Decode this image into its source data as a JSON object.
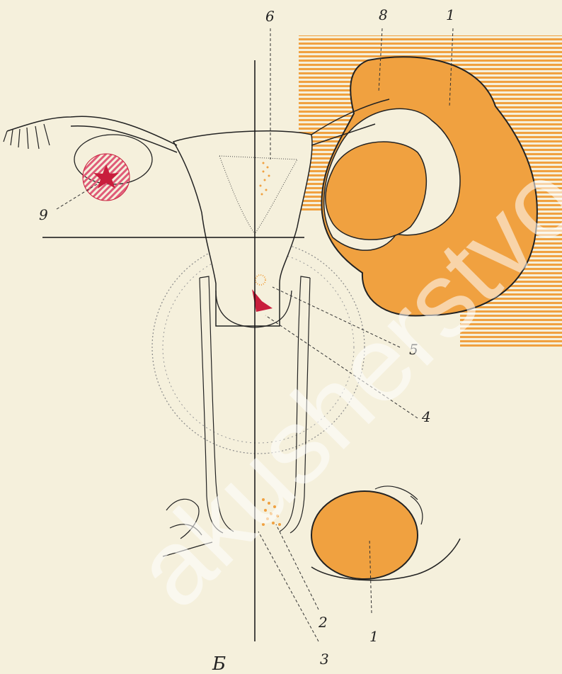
{
  "figure": {
    "panel_letter": "Б",
    "labels": {
      "l1_bottom": "1",
      "l1_top": "1",
      "l2": "2",
      "l3": "3",
      "l4": "4",
      "l5": "5",
      "l6": "6",
      "l8": "8",
      "l9": "9"
    }
  },
  "watermark": "akusherstvo",
  "colors": {
    "background": "#f5f0dc",
    "lesion_orange": "#f0a140",
    "lesion_red": "#c81e3c",
    "ovary_hatch": "#e05a78",
    "outline": "#222222"
  }
}
